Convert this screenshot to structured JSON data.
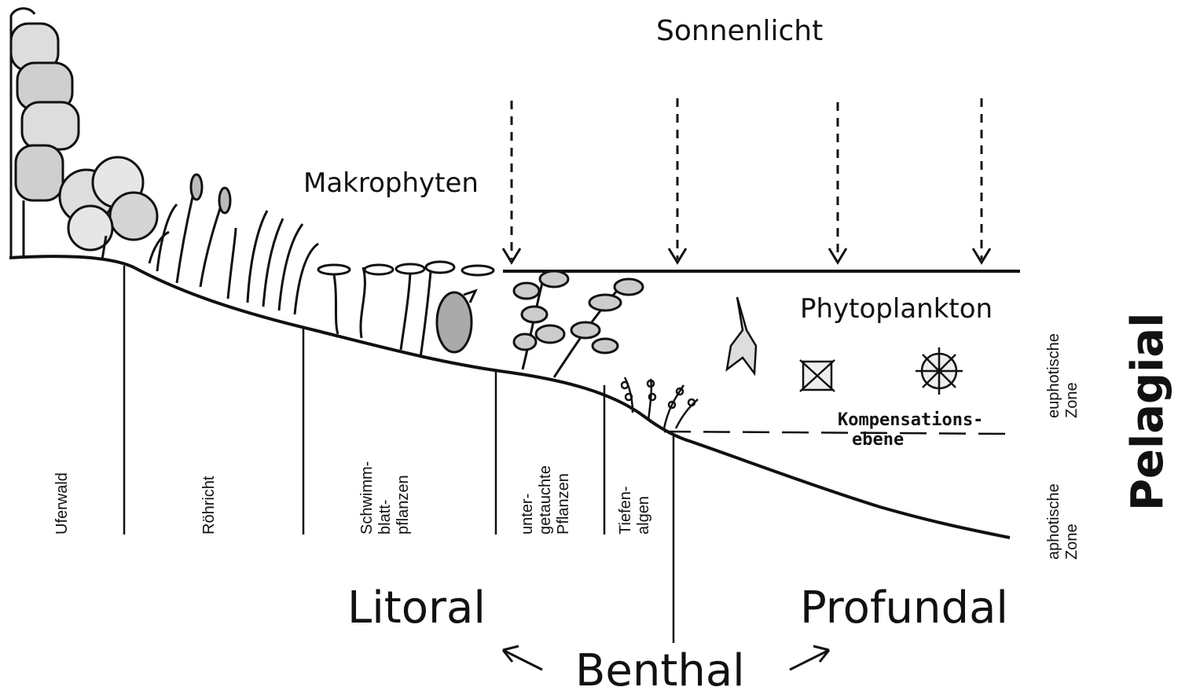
{
  "labels": {
    "sunlight": "Sonnenlicht",
    "macrophytes": "Makrophyten",
    "phytoplankton": "Phytoplankton",
    "compensation_line1": "Kompensations-",
    "compensation_line2": "ebene",
    "litoral": "Litoral",
    "profundal": "Profundal",
    "benthal": "Benthal",
    "pelagial": "Pelagial",
    "euphotic": "euphotische\nZone",
    "aphotic": "aphotische\nZone"
  },
  "zones": [
    {
      "id": "uferwald",
      "text": "Uferwald"
    },
    {
      "id": "roehricht",
      "text": "Röhricht"
    },
    {
      "id": "schwimmblatt",
      "text": "Schwimm-\nblatt-\npflanzen"
    },
    {
      "id": "untergetaucht",
      "text": "unter-\ngetauchte\nPflanzen"
    },
    {
      "id": "tiefenalgen",
      "text": "Tiefen-\nalgen"
    }
  ],
  "colors": {
    "ink": "#111111",
    "background": "#ffffff"
  }
}
